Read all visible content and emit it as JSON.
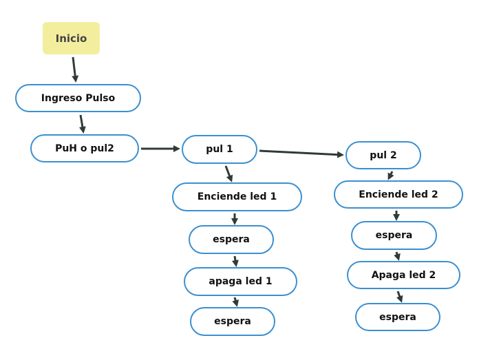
{
  "colors": {
    "start_fill": "#f3ee9e",
    "node_border": "#3a8fd0",
    "arrow": "#2f3b35"
  },
  "nodes": {
    "inicio": "Inicio",
    "ingreso_pulso": "Ingreso Pulso",
    "puh_o_pul2": "PuH o pul2",
    "pul1": "pul 1",
    "enciende_led1": "Enciende led 1",
    "espera_1a": "espera",
    "apaga_led1": "apaga led 1",
    "espera_1b": "espera",
    "pul2": "pul 2",
    "enciende_led2": "Enciende led 2",
    "espera_2a": "espera",
    "apaga_led2": "Apaga led 2",
    "espera_2b": "espera"
  }
}
